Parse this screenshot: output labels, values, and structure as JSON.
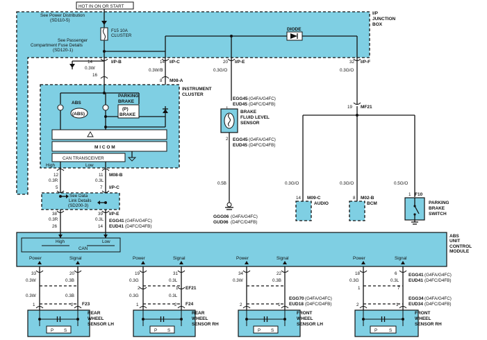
{
  "header": {
    "hot_label": "HOT IN ON OR START"
  },
  "junction_box": {
    "title_line1": "I/P",
    "title_line2": "JUNCTION",
    "title_line3": "BOX",
    "see_power_line1": "See Power Distribution",
    "see_power_line2": "(SD110-5)",
    "see_fuse_line1": "See Passenger",
    "see_fuse_line2": "Compartment Fuse Details",
    "see_fuse_line3": "(SD120-1)",
    "fuse_line1": "F15 10A",
    "fuse_line2": "CLUSTER",
    "diode_label": "DIODE",
    "pins": [
      {
        "pin": "14",
        "conn": "I/P-B",
        "wire": "0.3W"
      },
      {
        "pin": "14",
        "conn": "I/P-C",
        "wire": "0.3W/B"
      },
      {
        "pin": "20",
        "conn": "I/P-E",
        "wire": "0.3G/O"
      },
      {
        "pin": "32",
        "conn": "I/P-F",
        "wire": "0.3G/O"
      }
    ]
  },
  "instrument_cluster": {
    "title_line1": "INSTRUMENT",
    "title_line2": "CLUSTER",
    "pin_top1": "16",
    "pin_top2": "8",
    "conn_top": "M08-A",
    "abs_label": "ABS",
    "abs_symbol": "(ABS)",
    "park_line1": "PARKING",
    "park_line2": "BRAKE",
    "park_symbol": "(P)",
    "park_text": "BRAKE",
    "micom": "M I C O M",
    "can_transceiver": "CAN TRANSCEIVER",
    "high": "High",
    "low": "Low",
    "pin_b1": "12",
    "pin_b2": "11",
    "conn_b": "M08-B"
  },
  "lower_harness": {
    "wire_r": "0.3R",
    "wire_l": "0.3L",
    "ipc_pin1": "5",
    "ipc_pin2": "7",
    "ipc_conn": "I/P-C",
    "data_link_line1": "See Data",
    "data_link_line2": "Link Details",
    "data_link_line3": "(SD200-3)",
    "ipe_pin1": "38",
    "ipe_pin2": "39",
    "ipe_conn": "I/P-E",
    "egg_pin1": "26",
    "egg_pin2": "14",
    "egg_code": "EGG41",
    "egg_variant": "(G4FA/G4FC)",
    "eud_code": "EUD41",
    "eud_variant": "(D4FC/D4FB)"
  },
  "brake_fluid": {
    "conn1_code": "EGG45",
    "conn1_variant": "(G4FA/G4FC)",
    "conn2_code": "EUD45",
    "conn2_variant": "(D4FC/D4FB)",
    "pin1": "1",
    "pin2": "2",
    "name_line1": "BRAKE",
    "name_line2": "FLUID LEVEL",
    "name_line3": "SENSOR",
    "wire": "0.5B",
    "gnd1_code": "GGG06",
    "gnd1_variant": "(G4FA/G4FC)",
    "gnd2_code": "GUD06",
    "gnd2_variant": "(D4FC/D4FB)"
  },
  "mf21": {
    "pin": "19",
    "conn": "MF21"
  },
  "audio": {
    "pin": "14",
    "conn": "M09-C",
    "name": "AUDIO",
    "wire": "0.3G/O"
  },
  "bcm": {
    "pin": "8",
    "conn": "M02-B",
    "name": "BCM",
    "wire": "0.3G/O"
  },
  "parking_switch": {
    "pin": "1",
    "conn": "F10",
    "name_line1": "PARKING",
    "name_line2": "BRAKE",
    "name_line3": "SWITCH",
    "wire": "0.5G/O"
  },
  "abs_module": {
    "name_line1": "ABS",
    "name_line2": "CONTROL",
    "name_line3": "MODULE",
    "unit_label": "UNIT",
    "can_label": "CAN",
    "high": "High",
    "low": "Low",
    "power": "Power",
    "signal": "Signal"
  },
  "sensors": [
    {
      "pin_p": "33",
      "pin_s": "20",
      "wire_p1": "0.3W",
      "wire_s1": "0.3B",
      "wire_p2": "0.3W",
      "wire_s2": "0.3B",
      "pin_p2": "1",
      "pin_s2": "2",
      "conn": "F23",
      "name_line1": "REAR",
      "name_line2": "WHEEL",
      "name_line3": "SENSOR LH"
    },
    {
      "pin_p": "19",
      "pin_s": "31",
      "wire_p1": "0.3G",
      "wire_s1": "0.3L",
      "wire_p2": "0.3G",
      "wire_s2": "0.3L",
      "pin_p2": "1",
      "pin_s2": "2",
      "conn": "F24",
      "name_line1": "REAR",
      "name_line2": "WHEEL",
      "name_line3": "SENSOR RH",
      "mid_conn": "EF21",
      "mid_pin_p": "2",
      "mid_pin_s": "1"
    },
    {
      "pin_p": "34",
      "pin_s": "22",
      "wire_p1": "0.3W",
      "wire_s1": "0.3B",
      "pin_p2": "2",
      "pin_s2": "1",
      "conn1_code": "EGG70",
      "conn1_variant": "(G4FA/G4FC)",
      "conn2_code": "EUD18",
      "conn2_variant": "(D4FC/D4FB)",
      "name_line1": "FRONT",
      "name_line2": "WHEEL",
      "name_line3": "SENSOR LH"
    },
    {
      "pin_p": "18",
      "pin_s": "6",
      "wire_p1": "0.3G",
      "wire_s1": "0.3L",
      "pin_p2": "2",
      "pin_s2": "1",
      "conn1_code": "EGG41",
      "conn1_variant": "(G4FA/G4FC)",
      "conn1b_code": "EUD41",
      "conn1b_variant": "(D4FC/D4FB)",
      "conn2_code": "EGG34",
      "conn2_variant": "(G4FA/G4FC)",
      "conn2b_code": "EUD34",
      "conn2b_variant": "(D4FC/D4FB)",
      "name_line1": "FRONT",
      "name_line2": "WHEEL",
      "name_line3": "SENSOR RH",
      "top_pin_p": "1",
      "top_pin_s": "7"
    }
  ],
  "sensor_pin_labels": {
    "p": "P",
    "s": "S"
  },
  "colors": {
    "module_fill": "#7fcfe3",
    "line": "#111111"
  }
}
